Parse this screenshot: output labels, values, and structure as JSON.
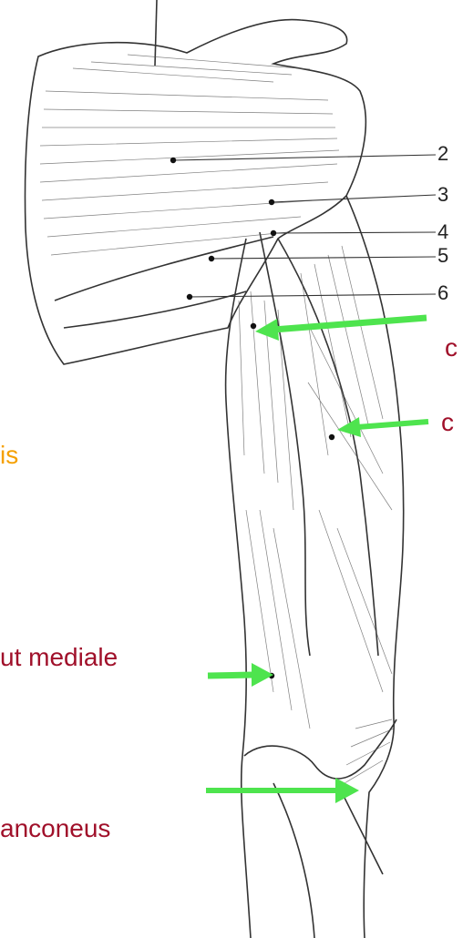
{
  "figure": {
    "numbers": [
      "2",
      "3",
      "4",
      "5",
      "6"
    ],
    "labels": {
      "caput_longum_partial": "c",
      "caput_laterale_partial": "c",
      "latissimus_partial": "is",
      "caput_mediale_partial": "ut mediale",
      "anconeus": "anconeus"
    }
  },
  "colors": {
    "label_red": "#a0102a",
    "label_orange": "#f5a000",
    "arrow": "#4ee44e",
    "ink": "#333333",
    "background": "#ffffff"
  },
  "arrows": [
    "arrow-caput-longum",
    "arrow-caput-laterale",
    "arrow-caput-mediale",
    "arrow-anconeus"
  ]
}
